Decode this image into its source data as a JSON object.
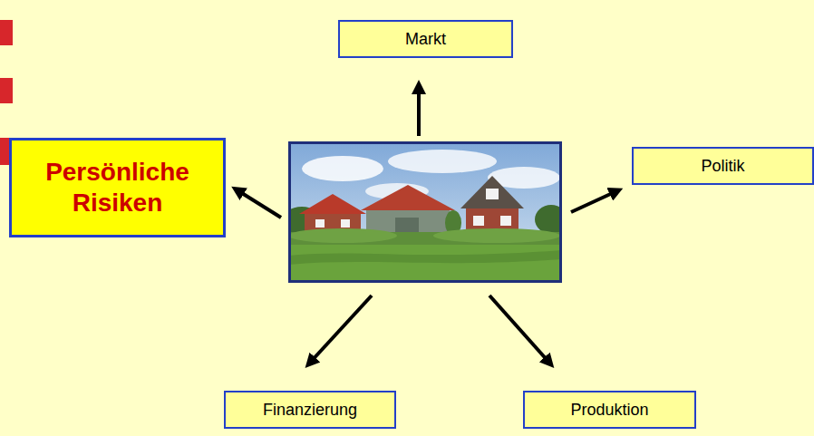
{
  "diagram": {
    "nodes": [
      {
        "text": [
          "Markt"
        ]
      },
      {
        "text": [
          "Persönliche Risiken"
        ]
      },
      {
        "text": [
          "Politik"
        ]
      },
      {
        "text": [
          "Finanzierung"
        ]
      },
      {
        "text": [
          "Produktion"
        ]
      }
    ]
  }
}
